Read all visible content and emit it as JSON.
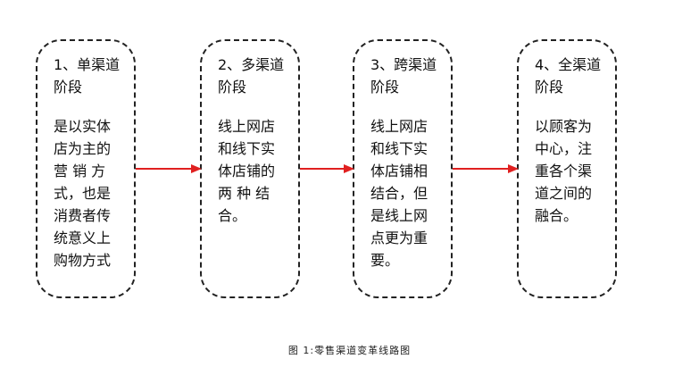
{
  "diagram": {
    "caption": "图 1:零售渠道变革线路图",
    "arrow_color": "#e02020",
    "stages": [
      {
        "title": "1、单渠道\n阶段",
        "desc": "是以实体\n店为主的\n营 销 方\n式，也是\n消费者传\n统意义上\n购物方式"
      },
      {
        "title": "2、多渠道\n阶段",
        "desc": "线上网店\n和线下实\n体店铺的\n两 种 结\n合。"
      },
      {
        "title": "3、跨渠道\n阶段",
        "desc": "线上网店\n和线下实\n体店铺相\n结合，但\n是线上网\n点更为重\n要。"
      },
      {
        "title": "4、全渠道\n阶段",
        "desc": "以顾客为\n中心，注\n重各个渠\n道之间的\n融合。"
      }
    ]
  }
}
